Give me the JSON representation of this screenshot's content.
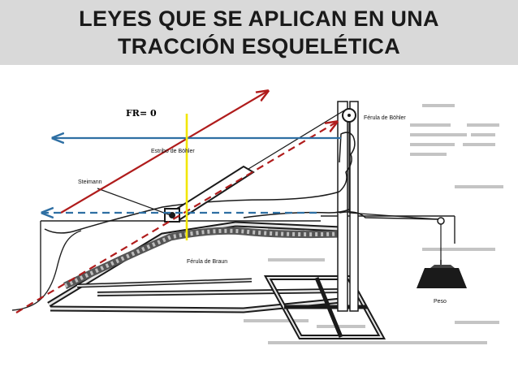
{
  "title": {
    "line1": "LEYES QUE SE APLICAN EN UNA",
    "line2": "TRACCIÓN ESQUELÉTICA"
  },
  "labels": {
    "fr": "FR= 0",
    "ferula_bohler": "Férula de Böhler",
    "estribo_bohler": "Estribo de Böhler",
    "steimann": "Steimann",
    "ferula_braun": "Férula de Braun",
    "peso": "Peso"
  },
  "colors": {
    "title_background": "#d9d9d9",
    "red_vector": "#b01c1c",
    "blue_vector": "#2e6fa3",
    "yellow_line": "#f2e600",
    "drawing": "#222222"
  }
}
